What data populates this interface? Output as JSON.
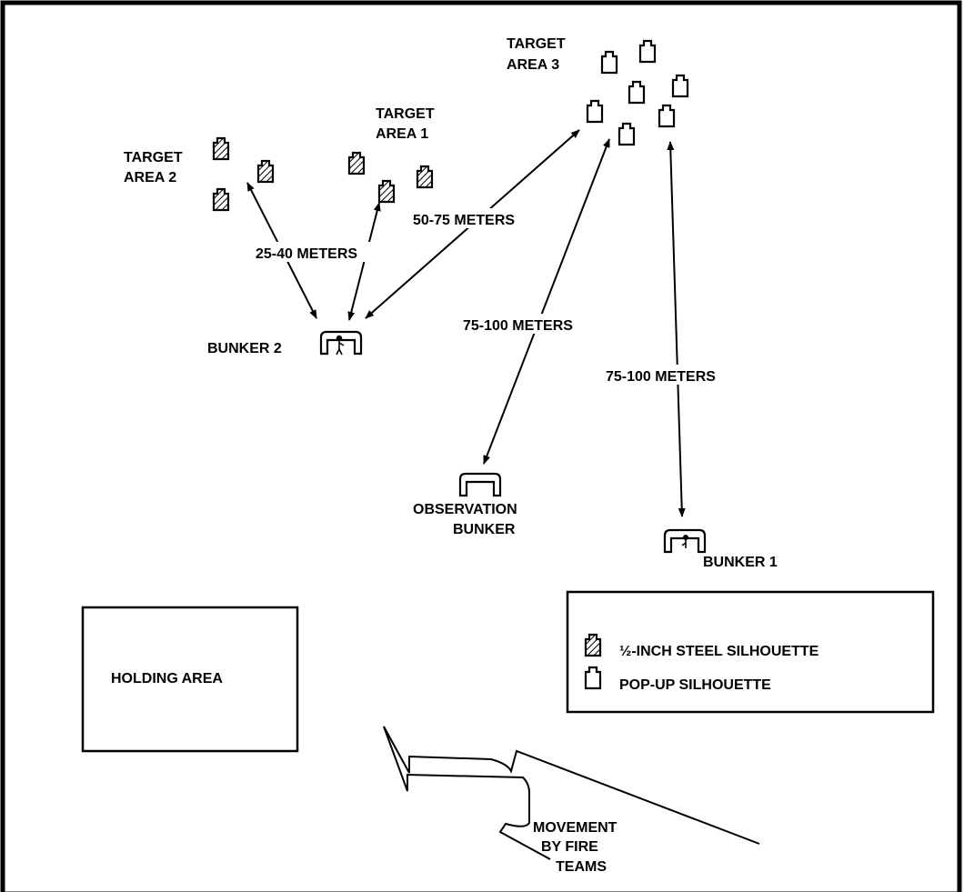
{
  "labels": {
    "target_area_1": [
      "TARGET",
      "AREA 1"
    ],
    "target_area_2": [
      "TARGET",
      "AREA 2"
    ],
    "target_area_3": [
      "TARGET",
      "AREA 3"
    ],
    "bunker_1": "BUNKER 1",
    "bunker_2": "BUNKER 2",
    "observation_bunker": [
      "OBSERVATION",
      "BUNKER"
    ],
    "holding_area": "HOLDING AREA",
    "movement": [
      "MOVEMENT",
      "BY FIRE",
      "TEAMS"
    ]
  },
  "distances": {
    "bunker2_to_areas_1_2": "25-40 METERS",
    "bunker2_to_area_3": "50-75 METERS",
    "observation_to_area_3": "75-100 METERS",
    "bunker1_to_area_3": "75-100 METERS"
  },
  "legend": {
    "steel": "½-INCH STEEL SILHOUETTE",
    "popup": "POP-UP SILHOUETTE"
  },
  "icons": {
    "steel_target": "hatched-silhouette-icon",
    "popup_target": "outline-silhouette-icon",
    "bunker": "bunker-icon",
    "soldier": "soldier-icon"
  }
}
